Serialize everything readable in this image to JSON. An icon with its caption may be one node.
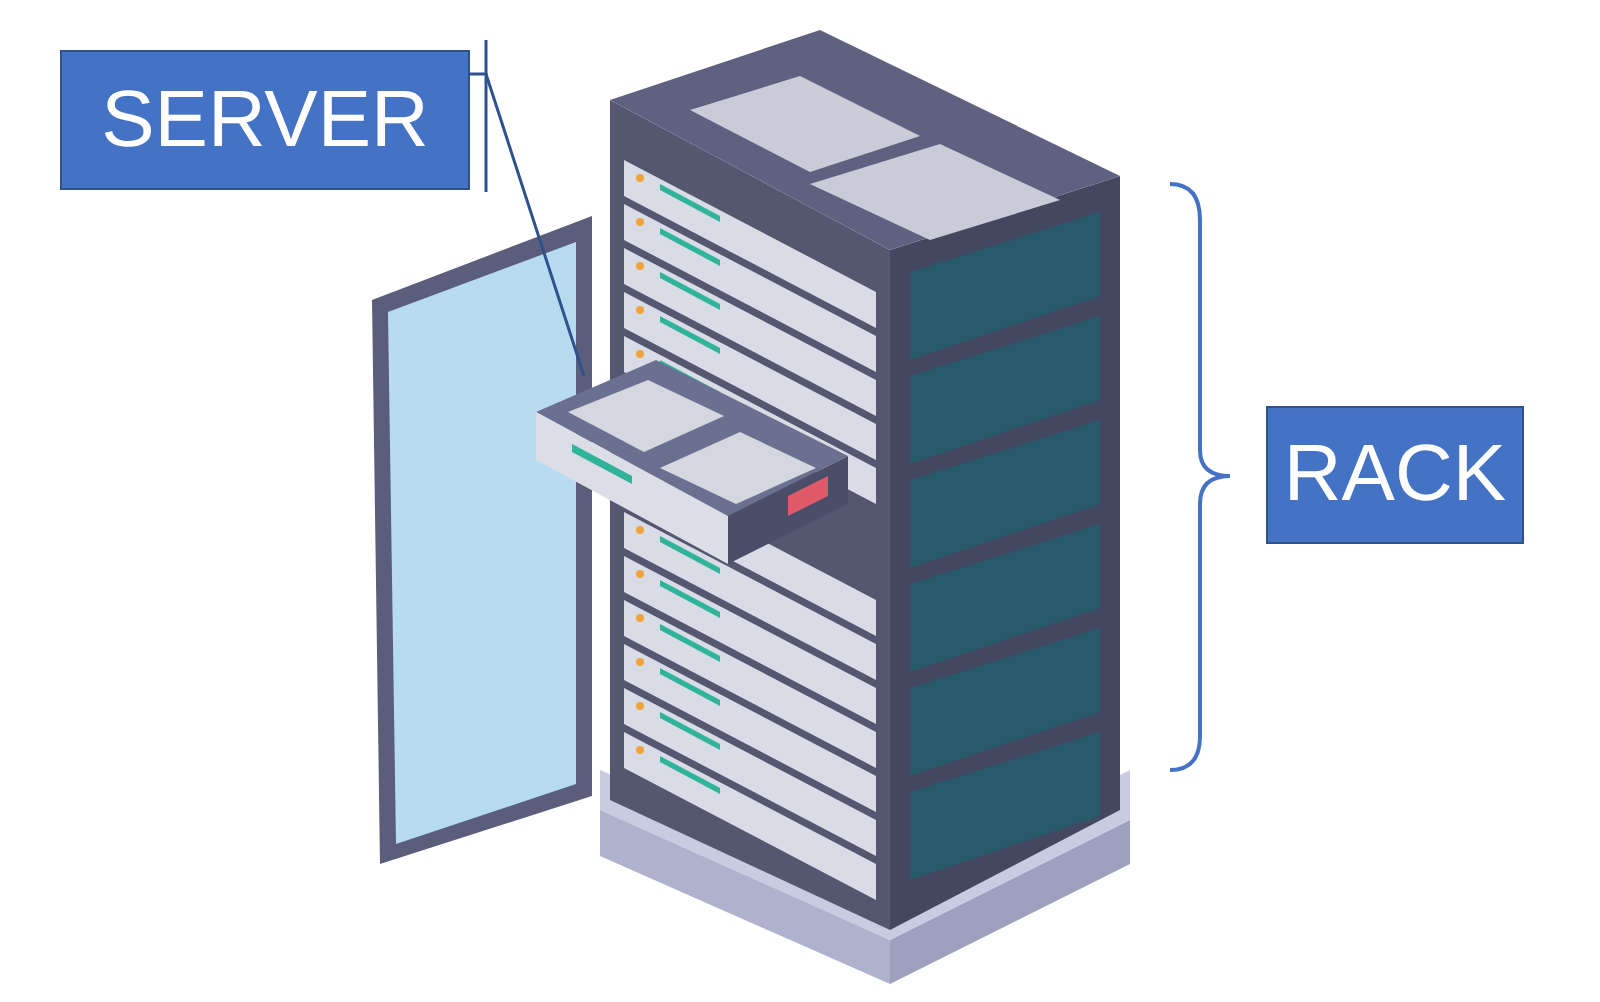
{
  "diagram": {
    "nodes": [
      {
        "text": [
          "SERVER"
        ]
      },
      {
        "text": [],
        "shape": "picture"
      },
      {
        "text": [
          "RACK"
        ]
      }
    ],
    "edges": [
      {
        "from": 0,
        "to": 1,
        "arrow": "none"
      }
    ]
  }
}
